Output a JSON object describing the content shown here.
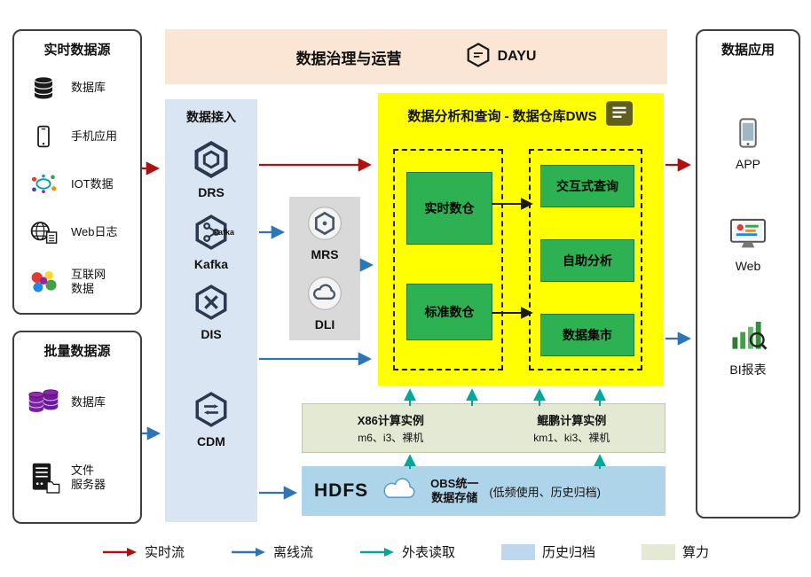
{
  "colors": {
    "realtime_flow": "#b01010",
    "offline_flow": "#2e75b6",
    "external_read": "#00a79b",
    "archive": "#bdd7ee",
    "compute_power": "#e4e9d4",
    "dws_bg": "#ffff00",
    "green_box": "#2eb152",
    "ingest_bg": "#d9e5f3",
    "banner_bg": "#fbe5d5"
  },
  "realtime_sources": {
    "title": "实时数据源",
    "items": [
      {
        "label": "数据库",
        "icon": "database-icon"
      },
      {
        "label": "手机应用",
        "icon": "phone-icon"
      },
      {
        "label": "IOT数据",
        "icon": "iot-icon"
      },
      {
        "label": "Web日志",
        "icon": "weblog-icon"
      },
      {
        "label": "互联网\n数据",
        "icon": "internet-data-icon"
      }
    ]
  },
  "batch_sources": {
    "title": "批量数据源",
    "items": [
      {
        "label": "数据库",
        "icon": "batch-database-icon"
      },
      {
        "label": "文件\n服务器",
        "icon": "file-server-icon"
      }
    ]
  },
  "governance": {
    "title": "数据治理与运营",
    "brand": "DAYU"
  },
  "ingestion": {
    "title": "数据接入",
    "services": [
      {
        "name": "DRS"
      },
      {
        "name": "Kafka",
        "badge": "kafka"
      },
      {
        "name": "DIS"
      },
      {
        "name": "CDM"
      }
    ]
  },
  "middleware": {
    "services": [
      {
        "name": "MRS"
      },
      {
        "name": "DLI"
      }
    ]
  },
  "dws": {
    "title": "数据分析和查询 - 数据仓库DWS",
    "warehouses": [
      {
        "label": "实时数仓"
      },
      {
        "label": "标准数仓"
      }
    ],
    "analytics": [
      {
        "label": "交互式查询"
      },
      {
        "label": "自助分析"
      },
      {
        "label": "数据集市"
      }
    ]
  },
  "compute_instances": [
    {
      "title": "X86计算实例",
      "spec": "m6、i3、裸机"
    },
    {
      "title": "鲲鹏计算实例",
      "spec": "km1、ki3、裸机"
    }
  ],
  "storage": {
    "hdfs": "HDFS",
    "obs": "OBS统一\n数据存储",
    "note": "(低频使用、历史归档)"
  },
  "applications": {
    "title": "数据应用",
    "items": [
      {
        "label": "APP",
        "icon": "app-icon"
      },
      {
        "label": "Web",
        "icon": "web-monitor-icon"
      },
      {
        "label": "BI报表",
        "icon": "bi-report-icon"
      }
    ]
  },
  "legend": {
    "items": [
      {
        "label": "实时流",
        "type": "arrow",
        "color": "#b01010"
      },
      {
        "label": "离线流",
        "type": "arrow",
        "color": "#2e75b6"
      },
      {
        "label": "外表读取",
        "type": "arrow",
        "color": "#00a79b"
      },
      {
        "label": "历史归档",
        "type": "swatch",
        "color": "#bdd7ee"
      },
      {
        "label": "算力",
        "type": "swatch",
        "color": "#e4e9d4"
      }
    ]
  }
}
